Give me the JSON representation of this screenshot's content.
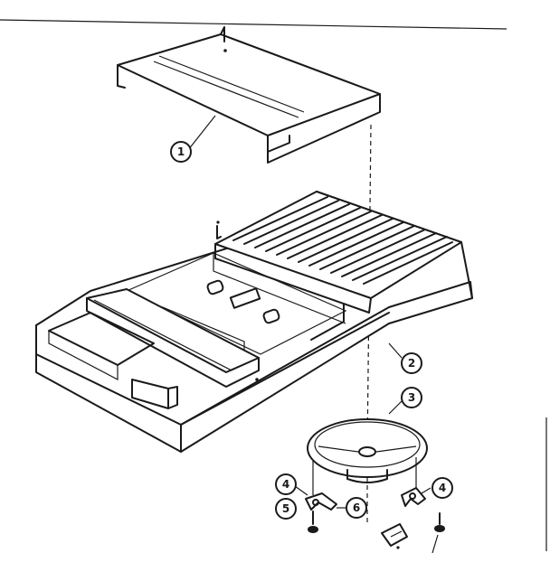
{
  "callouts": [
    {
      "id": "1",
      "label": "1"
    },
    {
      "id": "2",
      "label": "2"
    },
    {
      "id": "3",
      "label": "3"
    },
    {
      "id": "4a",
      "label": "4"
    },
    {
      "id": "4b",
      "label": "4"
    },
    {
      "id": "5",
      "label": "5"
    },
    {
      "id": "6",
      "label": "6"
    }
  ],
  "colors": {
    "line": "#1a1a1a",
    "background": "#ffffff"
  }
}
